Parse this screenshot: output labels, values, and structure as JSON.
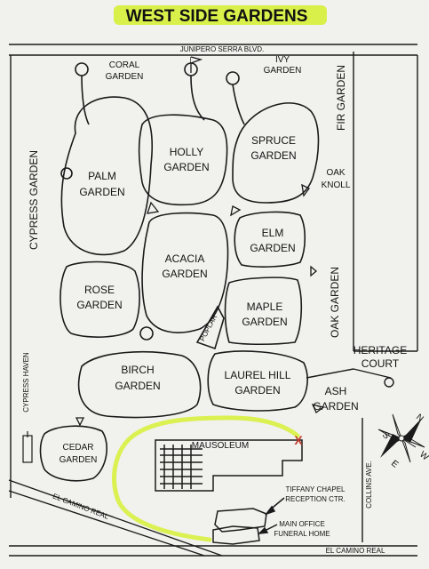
{
  "title": "WEST SIDE GARDENS",
  "colors": {
    "paper": "#f1f1ed",
    "ink": "#1a1a1a",
    "highlight": "#d9f04a",
    "marker": "#c0392b"
  },
  "roads": {
    "top": "JUNIPERO SERRA BLVD.",
    "bottom": "EL CAMINO REAL",
    "diagonal": "EL CAMINO REAL",
    "collins": "COLLINS AVE.",
    "cypress_haven": "CYPRESS HAVEN"
  },
  "gardens": {
    "coral": [
      "CORAL",
      "GARDEN"
    ],
    "ivy": [
      "IVY",
      "GARDEN"
    ],
    "fir": "FIR GARDEN",
    "cypress": "CYPRESS GARDEN",
    "holly": [
      "HOLLY",
      "GARDEN"
    ],
    "spruce": [
      "SPRUCE",
      "GARDEN"
    ],
    "palm": [
      "PALM",
      "GARDEN"
    ],
    "oak_knoll": [
      "OAK",
      "KNOLL"
    ],
    "elm": [
      "ELM",
      "GARDEN"
    ],
    "acacia": [
      "ACACIA",
      "GARDEN"
    ],
    "rose": [
      "ROSE",
      "GARDEN"
    ],
    "maple": [
      "MAPLE",
      "GARDEN"
    ],
    "oak_garden": "OAK GARDEN",
    "poplar": "POPLAR",
    "heritage_court": [
      "HERITAGE",
      "COURT"
    ],
    "birch": [
      "BIRCH",
      "GARDEN"
    ],
    "laurel_hill": [
      "LAUREL HILL",
      "GARDEN"
    ],
    "ash": [
      "ASH",
      "GARDEN"
    ],
    "cedar": [
      "CEDAR",
      "GARDEN"
    ]
  },
  "buildings": {
    "mausoleum": "MAUSOLEUM",
    "tiffany": [
      "TIFFANY CHAPEL",
      "RECEPTION CTR."
    ],
    "main_office": [
      "MAIN OFFICE",
      "FUNERAL HOME"
    ]
  },
  "compass": {
    "n": "N",
    "s": "S",
    "e": "E",
    "w": "W"
  },
  "markers": {
    "destination": "X"
  }
}
